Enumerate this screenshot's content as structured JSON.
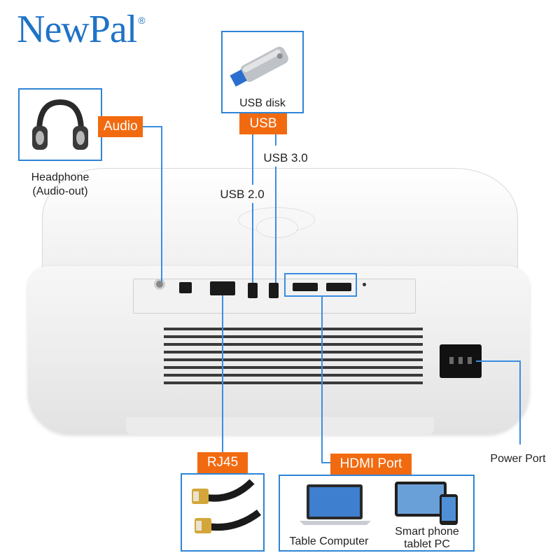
{
  "logo": {
    "brand": "NewPal",
    "registered": "®"
  },
  "labels": {
    "audio": "Audio",
    "usb": "USB",
    "usb_disk": "USB disk",
    "usb3": "USB 3.0",
    "usb2": "USB 2.0",
    "rj45": "RJ45",
    "hdmi": "HDMI Port",
    "power": "Power Port"
  },
  "headphone": {
    "line1": "Headphone",
    "line2": "(Audio-out)"
  },
  "devices": {
    "computer": "Table Computer",
    "phone_line1": "Smart phone",
    "phone_line2": "tablet PC"
  },
  "colors": {
    "brand_blue": "#1f73c6",
    "tag_orange": "#f26a10",
    "line_blue": "#3b8de0"
  }
}
